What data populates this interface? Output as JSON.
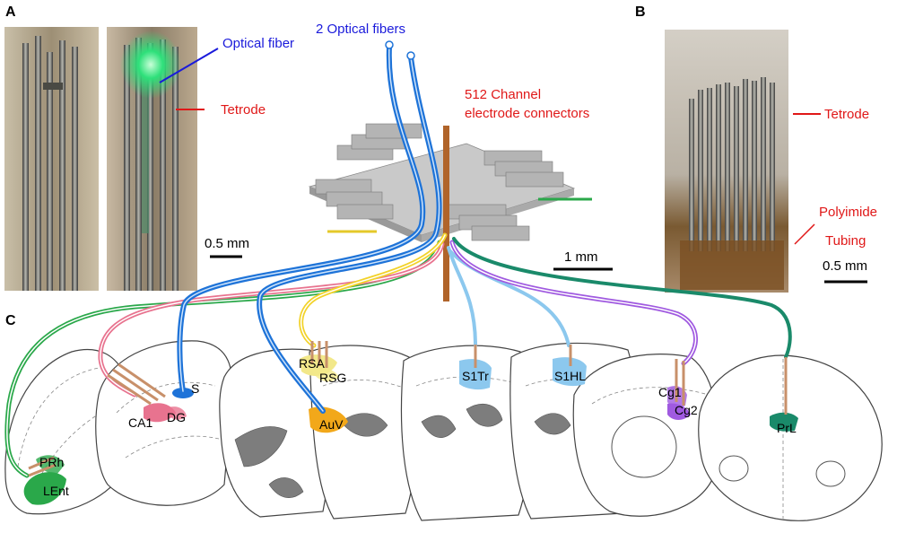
{
  "panels": {
    "a": "A",
    "b": "B",
    "c": "C"
  },
  "labels": {
    "optical_fiber": "Optical fiber",
    "two_optical_fibers": "2 Optical fibers",
    "tetrode_a": "Tetrode",
    "connector_line1": "512 Channel",
    "connector_line2": "electrode connectors",
    "scale_a": "0.5 mm",
    "scale_mid": "1 mm",
    "tetrode_b": "Tetrode",
    "polyimide": "Polyimide",
    "tubing": "Tubing",
    "scale_b": "0.5 mm"
  },
  "regions": {
    "prh": "PRh",
    "lent": "LEnt",
    "ca1": "CA1",
    "dg": "DG",
    "s": "S",
    "rsa": "RSA",
    "rsg": "RSG",
    "auv": "AuV",
    "s1tr": "S1Tr",
    "s1hl": "S1HL",
    "cg1": "Cg1",
    "cg2": "Cg2",
    "prl": "PrL"
  },
  "colors": {
    "optical_fiber": "#1e73d8",
    "fiber_label": "#1a1adb",
    "red_label": "#e01818",
    "entorhinal_bundle": "#2aa84a",
    "hippocampal_bundle": "#e8738f",
    "retrosplenial_bundle": "#f2d22a",
    "somatosensory_bundle": "#8cc8ee",
    "cingulate_bundle": "#a05ae0",
    "prelimbic_bundle": "#1a8a6a",
    "tetrode_shank": "#c8906a"
  }
}
